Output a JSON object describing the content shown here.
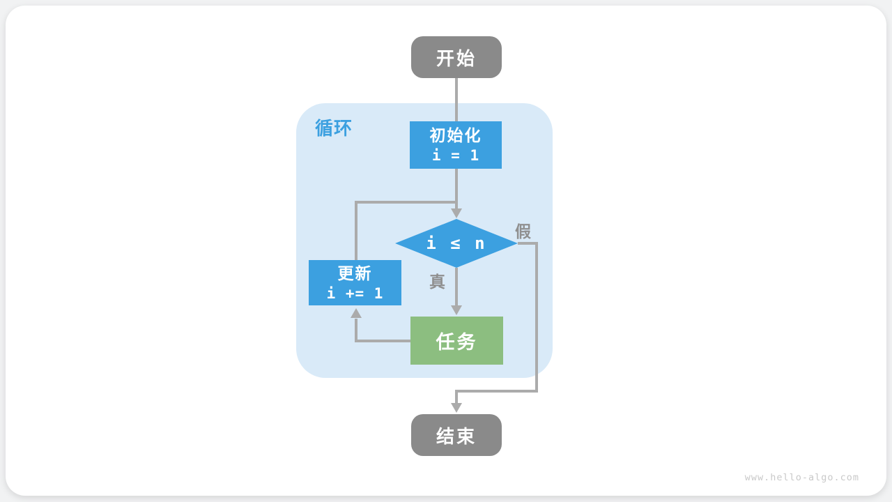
{
  "page": {
    "watermark": "www.hello-algo.com"
  },
  "colors": {
    "blue": "#3CA0E0",
    "green": "#8CBE80",
    "gray_node": "#8A8A8A",
    "line": "#ABABAB",
    "container": "#D9EAF8",
    "label_gray": "#8F8F8F",
    "watermark": "#C9C9C9"
  },
  "flowchart": {
    "start": {
      "label": "开始"
    },
    "loop_container": {
      "label": "循环"
    },
    "init": {
      "title": "初始化",
      "code": "i = 1"
    },
    "condition": {
      "expr": "i ≤ n"
    },
    "branch_true": {
      "label": "真"
    },
    "branch_false": {
      "label": "假"
    },
    "update": {
      "title": "更新",
      "code": "i += 1"
    },
    "task": {
      "label": "任务"
    },
    "end": {
      "label": "结束"
    }
  }
}
